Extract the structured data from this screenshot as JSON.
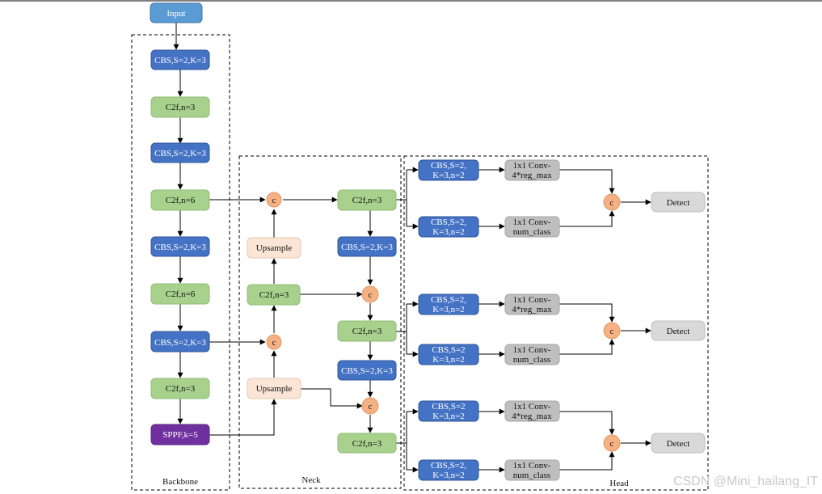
{
  "sections": {
    "backbone": "Backbone",
    "neck": "Neck",
    "head": "Head"
  },
  "nodes": {
    "input": "Input",
    "b_cbs1": "CBS,S=2,K=3",
    "b_c2f1": "C2f,n=3",
    "b_cbs2": "CBS,S=2,K=3",
    "b_c2f2": "C2f,n=6",
    "b_cbs3": "CBS,S=2,K=3",
    "b_c2f3": "C2f,n=6",
    "b_cbs4": "CBS,S=2,K=3",
    "b_c2f4": "C2f,n=3",
    "sppf": "SPPF,k=5",
    "n_up1": "Upsample",
    "n_c2f1": "C2f,n=3",
    "n_up2": "Upsample",
    "n_c2f2": "C2f,n=3",
    "n_cbs1": "CBS,S=2,K=3",
    "n_c2f3": "C2f,n=3",
    "n_cbs2": "CBS,S=2,K=3",
    "n_c2f4": "C2f,n=3",
    "concat": "c"
  },
  "head_branches": [
    {
      "cbs_top": [
        "CBS,S=2,",
        "K=3,n=2"
      ],
      "conv_top": [
        "1x1 Conv-",
        "4*reg_max"
      ],
      "cbs_bottom": [
        "CBS,S=2,",
        "K=3,n=2"
      ],
      "conv_bottom": [
        "1x1 Conv-",
        "num_class"
      ],
      "concat": "c",
      "detect": "Detect"
    },
    {
      "cbs_top": [
        "CBS,S=2,",
        "K=3,n=2"
      ],
      "conv_top": [
        "1x1 Conv-",
        "4*reg_max"
      ],
      "cbs_bottom": [
        "CBS,S=2",
        "K=3,n=2"
      ],
      "conv_bottom": [
        "1x1 Conv-",
        "num_class"
      ],
      "concat": "c",
      "detect": "Detect"
    },
    {
      "cbs_top": [
        "CBS,S=2",
        "K=3,n=2"
      ],
      "conv_top": [
        "1x1 Conv-",
        "4*reg_max"
      ],
      "cbs_bottom": [
        "CBS,S=2,",
        "K=3,n=2"
      ],
      "conv_bottom": [
        "1x1 Conv-",
        "num_class"
      ],
      "concat": "c",
      "detect": "Detect"
    }
  ],
  "watermark": "CSDN @Mini_hailang_IT",
  "colors": {
    "input": "#5b9bd5",
    "cbs": "#4472c4",
    "c2f": "#a9d18e",
    "sppf": "#7030a0",
    "upsample": "#fbe5d6",
    "concat": "#f4b183",
    "conv": "#bfbfbf",
    "detect": "#d9d9d9"
  }
}
